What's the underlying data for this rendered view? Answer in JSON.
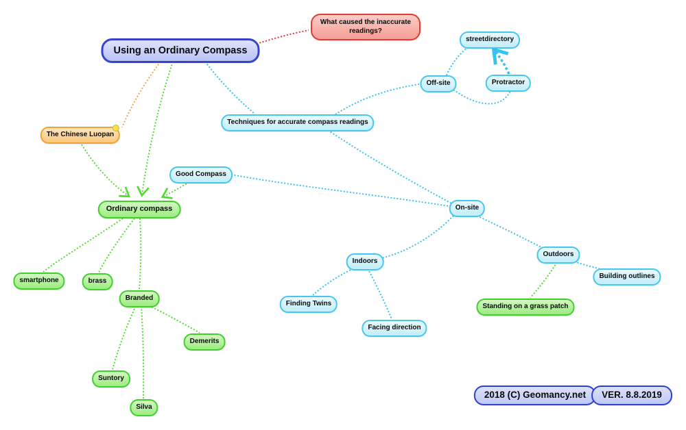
{
  "diagram": {
    "title": "Using an Ordinary Compass",
    "nodes": [
      {
        "id": "using-ordinary-compass",
        "label": "Using an Ordinary Compass",
        "category": "main"
      },
      {
        "id": "what-caused",
        "label": "What caused the inaccurate readings?",
        "category": "red"
      },
      {
        "id": "streetdirectory",
        "label": "streetdirectory",
        "category": "cyan"
      },
      {
        "id": "protractor",
        "label": "Protractor",
        "category": "cyan"
      },
      {
        "id": "off-site",
        "label": "Off-site",
        "category": "cyan"
      },
      {
        "id": "techniques",
        "label": "Techniques for accurate compass readings",
        "category": "cyan"
      },
      {
        "id": "chinese-luopan",
        "label": "The Chinese Luopan",
        "category": "orange",
        "has_link_dot": true
      },
      {
        "id": "good-compass",
        "label": "Good Compass",
        "category": "cyan"
      },
      {
        "id": "ordinary-compass",
        "label": "Ordinary compass",
        "category": "green"
      },
      {
        "id": "on-site",
        "label": "On-site",
        "category": "cyan"
      },
      {
        "id": "smartphone",
        "label": "smartphone",
        "category": "green"
      },
      {
        "id": "brass",
        "label": "brass",
        "category": "green"
      },
      {
        "id": "branded",
        "label": "Branded",
        "category": "green"
      },
      {
        "id": "indoors",
        "label": "Indoors",
        "category": "cyan"
      },
      {
        "id": "outdoors",
        "label": "Outdoors",
        "category": "cyan"
      },
      {
        "id": "building-outlines",
        "label": "Building outlines",
        "category": "cyan"
      },
      {
        "id": "finding-twins",
        "label": "Finding Twins",
        "category": "cyan"
      },
      {
        "id": "standing-grass",
        "label": "Standing on a grass patch",
        "category": "green"
      },
      {
        "id": "facing-direction",
        "label": "Facing direction",
        "category": "cyan"
      },
      {
        "id": "demerits",
        "label": "Demerits",
        "category": "green"
      },
      {
        "id": "suntory",
        "label": "Suntory",
        "category": "green"
      },
      {
        "id": "silva",
        "label": "Silva",
        "category": "green"
      },
      {
        "id": "copyright",
        "label": "2018 (C) Geomancy.net",
        "category": "badge"
      },
      {
        "id": "version",
        "label": "VER. 8.8.2019",
        "category": "badge"
      }
    ],
    "edges": [
      {
        "from": "using-ordinary-compass",
        "to": "what-caused",
        "color": "#EA2F2F",
        "arrow": false
      },
      {
        "from": "using-ordinary-compass",
        "to": "chinese-luopan",
        "color": "#FFA43C",
        "arrow": false
      },
      {
        "from": "using-ordinary-compass",
        "to": "ordinary-compass",
        "color": "#55DB33",
        "arrow": true
      },
      {
        "from": "using-ordinary-compass",
        "to": "techniques",
        "color": "#35C3F2",
        "arrow": false
      },
      {
        "from": "techniques",
        "to": "off-site",
        "color": "#35C3F2",
        "arrow": false
      },
      {
        "from": "techniques",
        "to": "on-site",
        "color": "#35C3F2",
        "arrow": false
      },
      {
        "from": "off-site",
        "to": "streetdirectory",
        "color": "#35C3F2",
        "arrow": false
      },
      {
        "from": "off-site",
        "to": "protractor",
        "color": "#35C3F2",
        "arrow": false
      },
      {
        "from": "protractor",
        "to": "streetdirectory",
        "color": "#35C3F2",
        "arrow": true,
        "thick": true
      },
      {
        "from": "good-compass",
        "to": "on-site",
        "color": "#35C3F2",
        "arrow": false
      },
      {
        "from": "good-compass",
        "to": "ordinary-compass",
        "color": "#55DB33",
        "arrow": true
      },
      {
        "from": "chinese-luopan",
        "to": "ordinary-compass",
        "color": "#55DB33",
        "arrow": true
      },
      {
        "from": "ordinary-compass",
        "to": "smartphone",
        "color": "#55DB33",
        "arrow": false
      },
      {
        "from": "ordinary-compass",
        "to": "brass",
        "color": "#55DB33",
        "arrow": false
      },
      {
        "from": "ordinary-compass",
        "to": "branded",
        "color": "#55DB33",
        "arrow": false
      },
      {
        "from": "branded",
        "to": "demerits",
        "color": "#55DB33",
        "arrow": false
      },
      {
        "from": "branded",
        "to": "suntory",
        "color": "#55DB33",
        "arrow": false
      },
      {
        "from": "branded",
        "to": "silva",
        "color": "#55DB33",
        "arrow": false
      },
      {
        "from": "on-site",
        "to": "indoors",
        "color": "#35C3F2",
        "arrow": false
      },
      {
        "from": "on-site",
        "to": "outdoors",
        "color": "#35C3F2",
        "arrow": false
      },
      {
        "from": "outdoors",
        "to": "building-outlines",
        "color": "#35C3F2",
        "arrow": false
      },
      {
        "from": "outdoors",
        "to": "standing-grass",
        "color": "#55DB33",
        "arrow": false
      },
      {
        "from": "indoors",
        "to": "finding-twins",
        "color": "#35C3F2",
        "arrow": false
      },
      {
        "from": "indoors",
        "to": "facing-direction",
        "color": "#35C3F2",
        "arrow": false
      }
    ],
    "colors": {
      "background": "#FFFFFF",
      "line_cyan": "#35C3F2",
      "line_green": "#55DB33",
      "line_orange": "#FFA43C",
      "line_red": "#EA2F2F",
      "node_cyan_border": "#44C7F1",
      "node_cyan_fill": "#C2EEFA",
      "node_green_border": "#3FD02C",
      "node_green_fill": "#9DEC80",
      "node_orange_border": "#F2A235",
      "node_orange_fill": "#FAC87E",
      "node_red_border": "#E23A34",
      "node_red_fill": "#F59E96",
      "node_main_border": "#3843CB",
      "node_main_fill": "#B9C3F5",
      "badge_border": "#2E3ED6",
      "badge_fill": "#BFC9F6",
      "link_dot": "#F2E24C"
    }
  }
}
